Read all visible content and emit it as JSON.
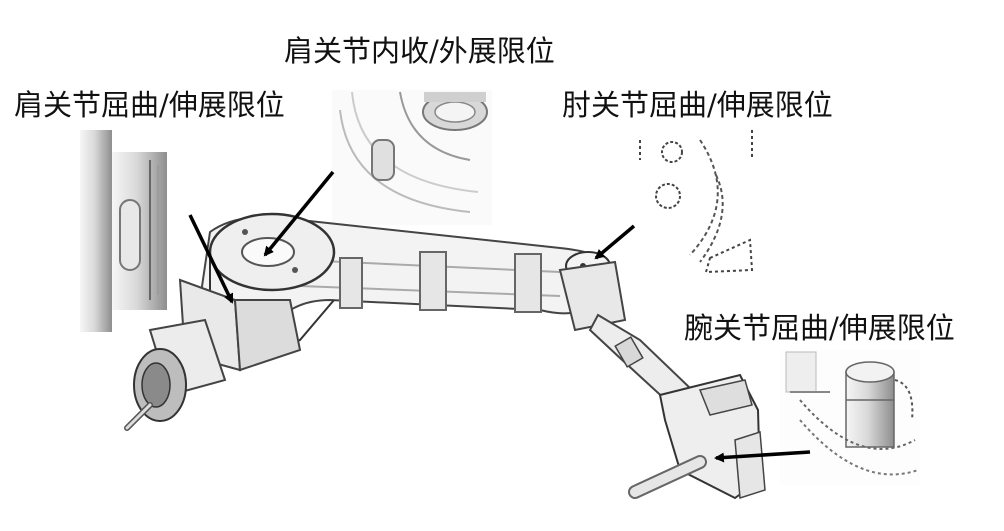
{
  "labels": {
    "shoulder_abduction": "肩关节内收/外展限位",
    "shoulder_flexion": "肩关节屈曲/伸展限位",
    "elbow_flexion": "肘关节屈曲/伸展限位",
    "wrist_flexion": "腕关节屈曲/伸展限位"
  },
  "colors": {
    "arrow": "#000000",
    "outline": "#3a3a3a",
    "ghost": "#bdbdbd"
  }
}
